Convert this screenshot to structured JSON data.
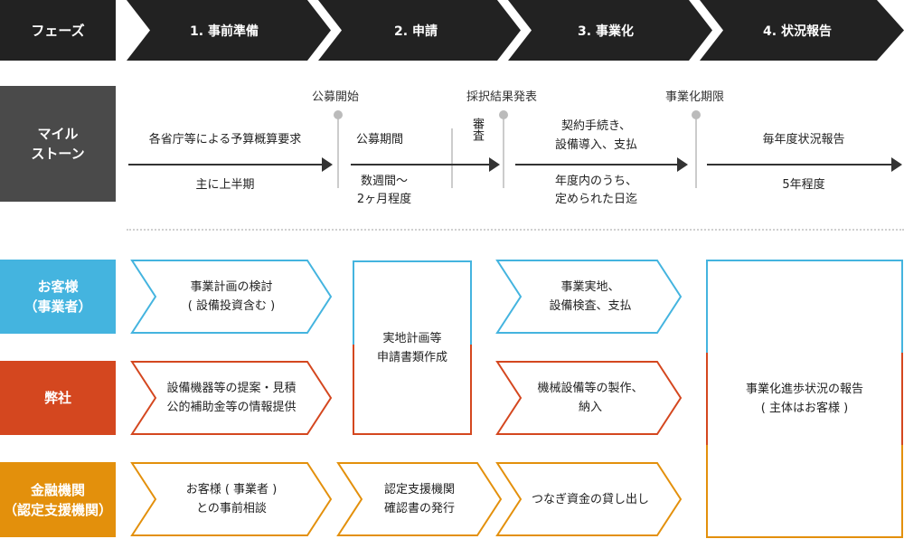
{
  "header": {
    "phase_label": "フェーズ",
    "phases": [
      "1. 事前準備",
      "2. 申請",
      "3. 事業化",
      "4. 状況報告"
    ]
  },
  "milestone": {
    "label_line1": "マイル",
    "label_line2": "ストーン",
    "markers": [
      "公募開始",
      "採択結果発表",
      "事業化期限"
    ],
    "seg1_top": "各省庁等による予算概算要求",
    "seg1_bottom": "主に上半期",
    "seg2_top": "公募期間",
    "seg2_bottom_1": "数週間～",
    "seg2_bottom_2": "2ヶ月程度",
    "review": "審査",
    "seg3_top_1": "契約手続き、",
    "seg3_top_2": "設備導入、支払",
    "seg3_bottom_1": "年度内のうち、",
    "seg3_bottom_2": "定められた日迄",
    "seg4_top": "毎年度状況報告",
    "seg4_bottom": "5年程度"
  },
  "rows": {
    "customer": {
      "line1": "お客様",
      "line2": "（事業者）",
      "color": "#44B4DF"
    },
    "company": {
      "line1": "弊社",
      "color": "#D4471F"
    },
    "finance": {
      "line1": "金融機関",
      "line2": "（認定支援機関）",
      "color": "#E3900C"
    }
  },
  "boxes": {
    "c1_1": "事業計画の検討",
    "c1_2": "( 設備投資含む )",
    "co1_1": "設備機器等の提案・見積",
    "co1_2": "公的補助金等の情報提供",
    "f1_1": "お客様 ( 事業者 )",
    "f1_2": "との事前相談",
    "p2_1": "実地計画等",
    "p2_2": "申請書類作成",
    "f2_1": "認定支援機関",
    "f2_2": "確認書の発行",
    "c3_1": "事業実地、",
    "c3_2": "設備検査、支払",
    "co3_1": "機械設備等の製作、",
    "co3_2": "納入",
    "f3_1": "つなぎ資金の貸し出し",
    "p4_1": "事業化進歩状況の報告",
    "p4_2": "( 主体はお客様 )"
  },
  "colors": {
    "dark": "#222222",
    "gray": "#4A4A4A",
    "blue": "#44B4DF",
    "red": "#D4471F",
    "orange": "#E3900C",
    "marker": "#BBBBBB"
  }
}
